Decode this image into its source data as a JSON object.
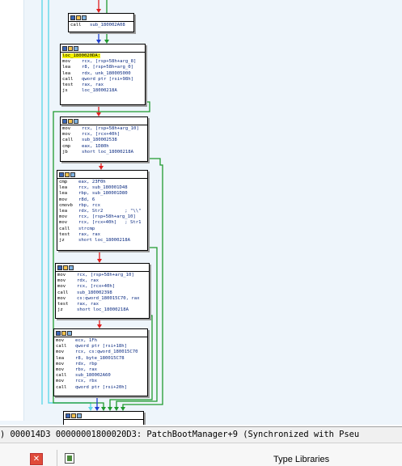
{
  "blocks": [
    {
      "id": "b0",
      "lines": [
        {
          "m": "call",
          "o": "sub_180002A08"
        }
      ]
    },
    {
      "id": "b1",
      "label": "loc_1800020DA:",
      "lines": [
        {
          "m": "mov",
          "o": "rcx, [rsp+58h+arg_8]"
        },
        {
          "m": "lea",
          "o": "r8, [rsp+58h+arg_0]"
        },
        {
          "m": "lea",
          "o": "rdx, unk_180005000"
        },
        {
          "m": "call",
          "o": "qword ptr [rsi+98h]"
        },
        {
          "m": "test",
          "o": "rax, rax"
        },
        {
          "m": "js",
          "o": "loc_18000218A"
        }
      ]
    },
    {
      "id": "b2",
      "lines": [
        {
          "m": "mov",
          "o": "rcx, [rsp+58h+arg_10]"
        },
        {
          "m": "mov",
          "o": "rcx, [rcx+40h]"
        },
        {
          "m": "call",
          "o": "sub_180002538"
        },
        {
          "m": "cmp",
          "o": "eax, 1D80h"
        },
        {
          "m": "jb",
          "o": "short loc_18000218A"
        }
      ]
    },
    {
      "id": "b3",
      "lines": [
        {
          "m": "cmp",
          "o": "eax, 23F0h"
        },
        {
          "m": "lea",
          "o": "rcx, sub_180001D48"
        },
        {
          "m": "lea",
          "o": "rbp, sub_180001D80"
        },
        {
          "m": "mov",
          "o": "r8d, 6"
        },
        {
          "m": "cmovb",
          "o": "rbp, rcx"
        },
        {
          "m": "lea",
          "o": "rdx, Str2        ; \"\\\\\""
        },
        {
          "m": "mov",
          "o": "rcx, [rsp+58h+arg_10]"
        },
        {
          "m": "mov",
          "o": "rcx, [rcx+40h]   ; Str1"
        },
        {
          "m": "call",
          "o": "strcmp"
        },
        {
          "m": "test",
          "o": "rax, rax"
        },
        {
          "m": "jz",
          "o": "short loc_18000218A"
        }
      ]
    },
    {
      "id": "b4",
      "lines": [
        {
          "m": "mov",
          "o": "rcx, [rsp+58h+arg_10]"
        },
        {
          "m": "mov",
          "o": "rdx, rax"
        },
        {
          "m": "mov",
          "o": "rcx, [rcx+40h]"
        },
        {
          "m": "call",
          "o": "sub_180002398"
        },
        {
          "m": "mov",
          "o": "cs:qword_180015C70, rax"
        },
        {
          "m": "test",
          "o": "rax, rax"
        },
        {
          "m": "jz",
          "o": "short loc_18000218A"
        }
      ]
    },
    {
      "id": "b5",
      "lines": [
        {
          "m": "mov",
          "o": "ecx, 1Fh"
        },
        {
          "m": "call",
          "o": "qword ptr [rsi+18h]"
        },
        {
          "m": "mov",
          "o": "rcx, cs:qword_180015C70"
        },
        {
          "m": "lea",
          "o": "r8, byte_180015C78"
        },
        {
          "m": "mov",
          "o": "rdx, rbp"
        },
        {
          "m": "mov",
          "o": "rbx, rax"
        },
        {
          "m": "call",
          "o": "sub_180002A60"
        },
        {
          "m": "mov",
          "o": "rcx, rbx"
        },
        {
          "m": "call",
          "o": "qword ptr [rsi+20h]"
        }
      ]
    },
    {
      "id": "b6",
      "lines": []
    }
  ],
  "status_text": ") 000014D3 00000001800020D3: PatchBootManager+9 (Synchronized with Pseu",
  "bottom_panel": {
    "close_glyph": "✕",
    "tab_label": "Type Libraries"
  },
  "colors": {
    "edge_true": "#1f9a2e",
    "edge_false": "#e02020",
    "edge_uncond": "#1e3fd0",
    "edge_loop": "#5fd8e8",
    "label_highlight": "#f5f200"
  }
}
